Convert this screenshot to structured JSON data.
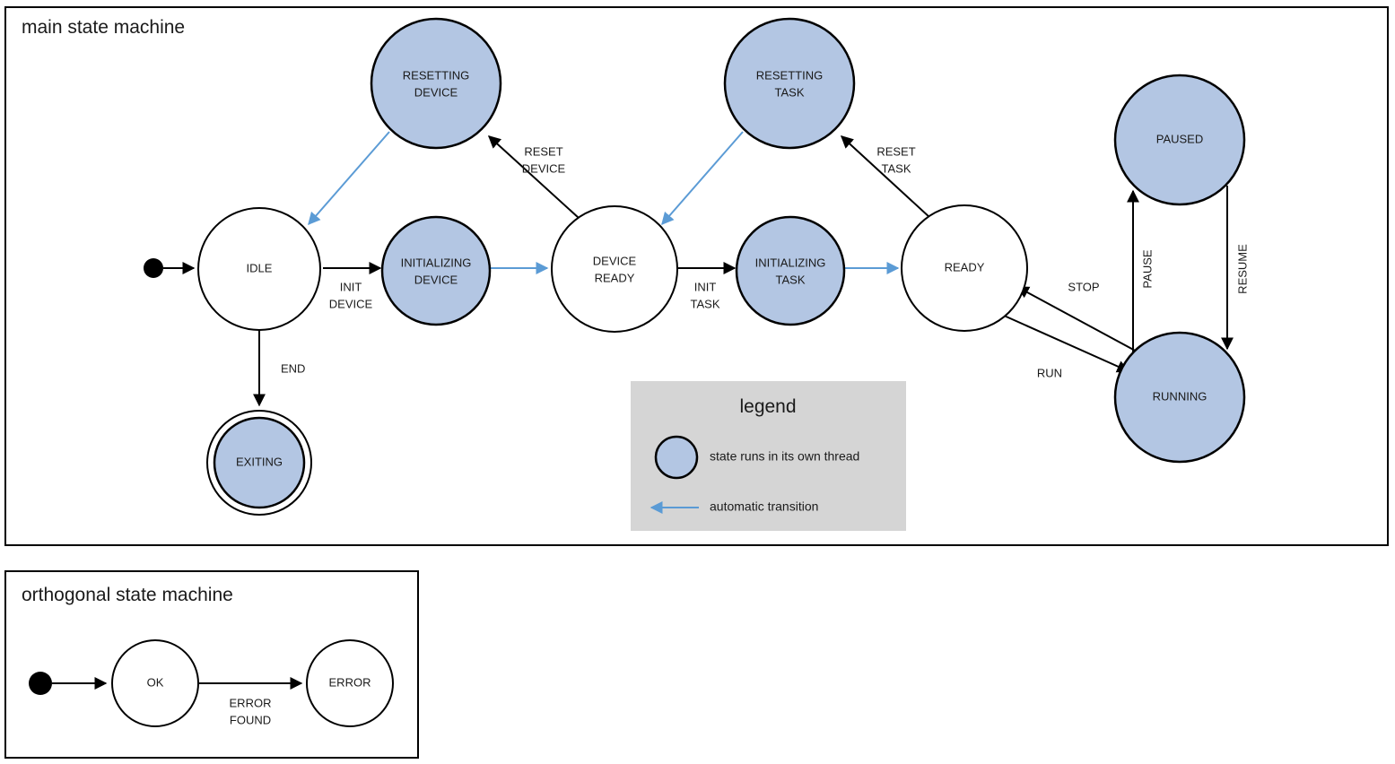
{
  "main": {
    "title": "main state machine",
    "states": [
      {
        "id": "idle",
        "label": "IDLE",
        "thread": false
      },
      {
        "id": "resetting-device",
        "label_line1": "RESETTING",
        "label_line2": "DEVICE",
        "thread": true
      },
      {
        "id": "initializing-device",
        "label_line1": "INITIALIZING",
        "label_line2": "DEVICE",
        "thread": true
      },
      {
        "id": "device-ready",
        "label_line1": "DEVICE",
        "label_line2": "READY",
        "thread": false
      },
      {
        "id": "resetting-task",
        "label_line1": "RESETTING",
        "label_line2": "TASK",
        "thread": true
      },
      {
        "id": "initializing-task",
        "label_line1": "INITIALIZING",
        "label_line2": "TASK",
        "thread": true
      },
      {
        "id": "ready",
        "label": "READY",
        "thread": false
      },
      {
        "id": "paused",
        "label": "PAUSED",
        "thread": true
      },
      {
        "id": "running",
        "label": "RUNNING",
        "thread": true
      },
      {
        "id": "exiting",
        "label": "EXITING",
        "thread": true,
        "final": true
      }
    ],
    "transitions": [
      {
        "id": "init-device",
        "label_line1": "INIT",
        "label_line2": "DEVICE",
        "from": "idle",
        "to": "initializing-device",
        "auto": false
      },
      {
        "id": "auto-device-ready",
        "label": "",
        "from": "initializing-device",
        "to": "device-ready",
        "auto": true
      },
      {
        "id": "init-task",
        "label_line1": "INIT",
        "label_line2": "TASK",
        "from": "device-ready",
        "to": "initializing-task",
        "auto": false
      },
      {
        "id": "auto-ready",
        "label": "",
        "from": "initializing-task",
        "to": "ready",
        "auto": true
      },
      {
        "id": "reset-device",
        "label_line1": "RESET",
        "label_line2": "DEVICE",
        "from": "device-ready",
        "to": "resetting-device",
        "auto": false
      },
      {
        "id": "auto-idle",
        "label": "",
        "from": "resetting-device",
        "to": "idle",
        "auto": true
      },
      {
        "id": "reset-task",
        "label_line1": "RESET",
        "label_line2": "TASK",
        "from": "ready",
        "to": "resetting-task",
        "auto": false
      },
      {
        "id": "auto-device-ready-2",
        "label": "",
        "from": "resetting-task",
        "to": "device-ready",
        "auto": true
      },
      {
        "id": "end",
        "label": "END",
        "from": "idle",
        "to": "exiting",
        "auto": false
      },
      {
        "id": "run",
        "label": "RUN",
        "from": "ready",
        "to": "running",
        "auto": false
      },
      {
        "id": "stop",
        "label": "STOP",
        "from": "running",
        "to": "ready",
        "auto": false
      },
      {
        "id": "pause",
        "label": "PAUSE",
        "from": "running",
        "to": "paused",
        "auto": false
      },
      {
        "id": "resume",
        "label": "RESUME",
        "from": "paused",
        "to": "running",
        "auto": false
      }
    ]
  },
  "legend": {
    "title": "legend",
    "items": [
      {
        "id": "thread-state",
        "symbol": "circle",
        "text": "state runs in its own thread"
      },
      {
        "id": "auto-transition",
        "symbol": "arrow",
        "text": "automatic transition"
      }
    ]
  },
  "orthogonal": {
    "title": "orthogonal state machine",
    "states": [
      {
        "id": "ok",
        "label": "OK"
      },
      {
        "id": "error",
        "label": "ERROR"
      }
    ],
    "transitions": [
      {
        "id": "error-found",
        "label_line1": "ERROR",
        "label_line2": "FOUND",
        "from": "ok",
        "to": "error"
      }
    ]
  },
  "colors": {
    "thread_fill": "#b3c6e3",
    "auto_transition": "#5b9bd5",
    "legend_bg": "#d5d5d5",
    "stroke": "#000000"
  }
}
